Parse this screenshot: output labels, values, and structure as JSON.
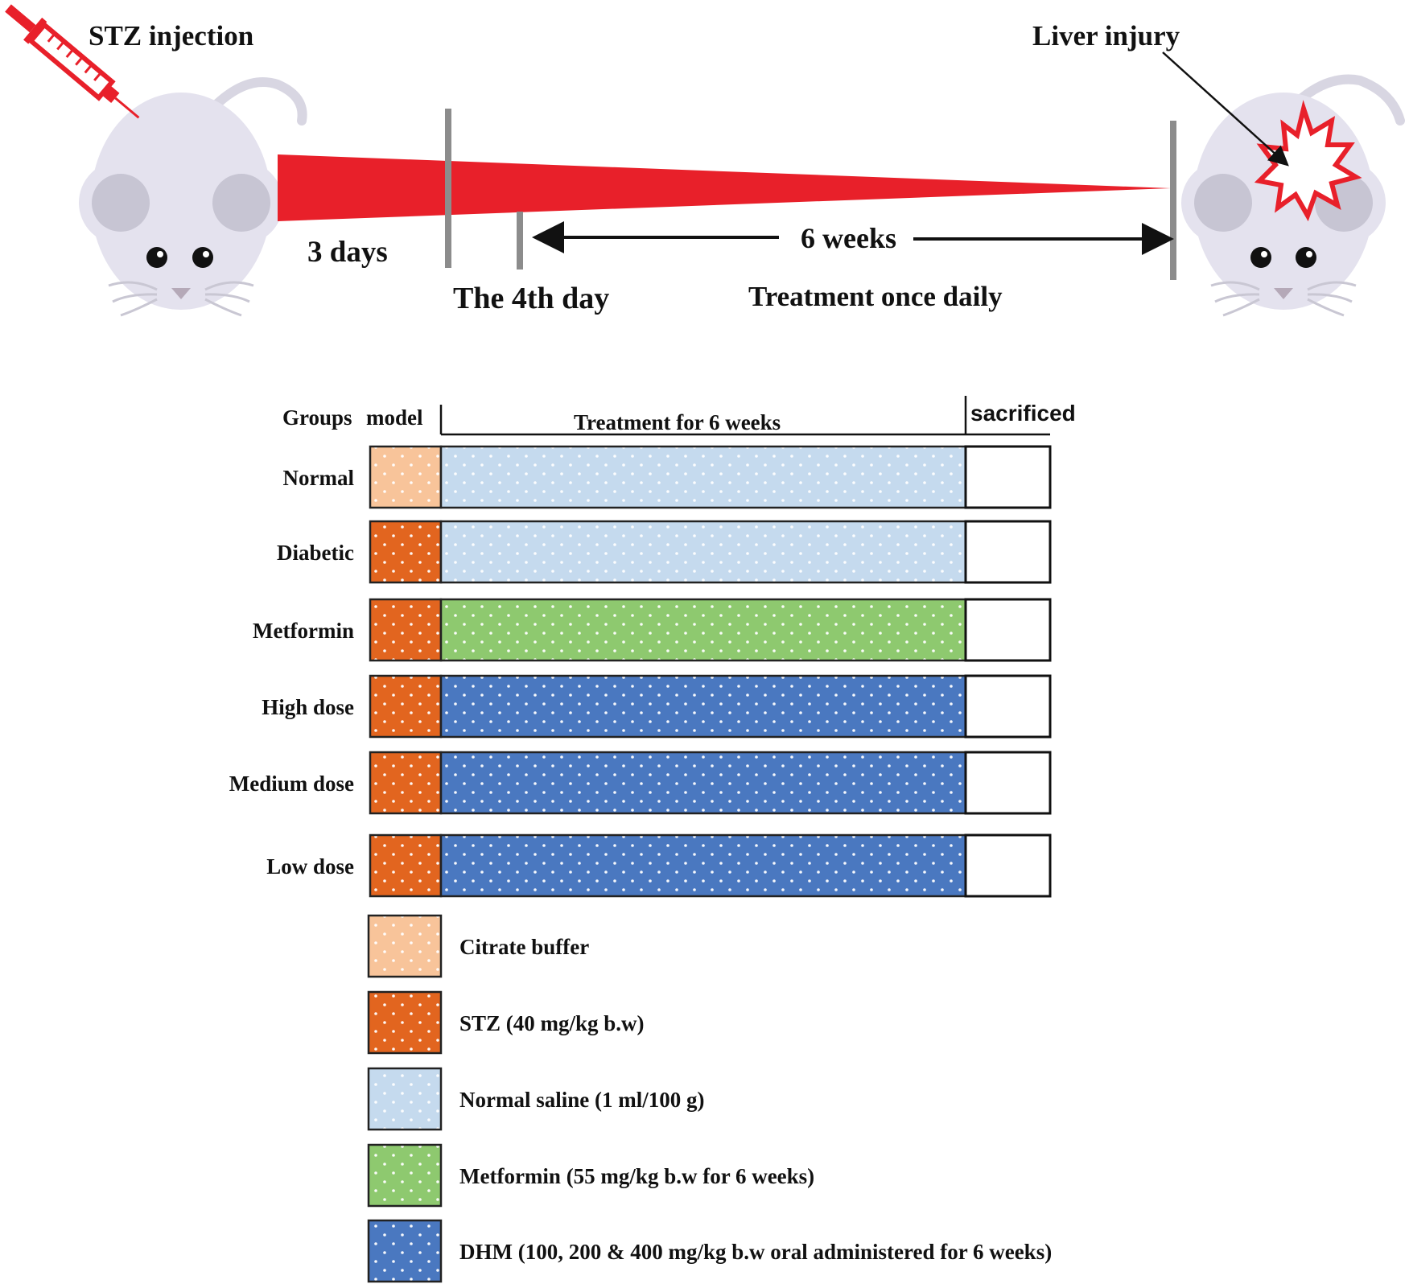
{
  "timeline": {
    "stz_injection": "STZ injection",
    "liver_injury": "Liver injury",
    "three_days": "3 days",
    "fourth_day": "The 4th day",
    "six_weeks": "6 weeks",
    "treatment_daily": "Treatment once daily"
  },
  "table": {
    "header_groups": "Groups",
    "header_model": "model",
    "header_treatment": "Treatment  for 6 weeks",
    "header_sacrificed": "sacrificed",
    "rows": [
      {
        "label": "Normal",
        "model": "citrate",
        "treatment": "saline"
      },
      {
        "label": "Diabetic",
        "model": "stz",
        "treatment": "saline"
      },
      {
        "label": "Metformin",
        "model": "stz",
        "treatment": "metformin"
      },
      {
        "label": "High dose",
        "model": "stz",
        "treatment": "dhm"
      },
      {
        "label": "Medium dose",
        "model": "stz",
        "treatment": "dhm"
      },
      {
        "label": "Low dose",
        "model": "stz",
        "treatment": "dhm"
      }
    ]
  },
  "legend": [
    {
      "key": "citrate",
      "label": "Citrate buffer"
    },
    {
      "key": "stz",
      "label": "STZ (40 mg/kg b.w)"
    },
    {
      "key": "saline",
      "label": "Normal saline (1 ml/100 g)"
    },
    {
      "key": "metformin",
      "label": "Metformin (55 mg/kg b.w for 6 weeks)"
    },
    {
      "key": "dhm",
      "label": "DHM (100, 200 & 400 mg/kg b.w oral administered for 6 weeks)"
    }
  ],
  "colors": {
    "citrate": "#f8c49a",
    "stz": "#e2651f",
    "saline": "#c5daee",
    "metformin": "#8ec96f",
    "dhm": "#4a78c0",
    "wedge": "#e8202a",
    "mouse_body": "#e4e2ee",
    "mouse_ear": "#c7c5d3"
  }
}
